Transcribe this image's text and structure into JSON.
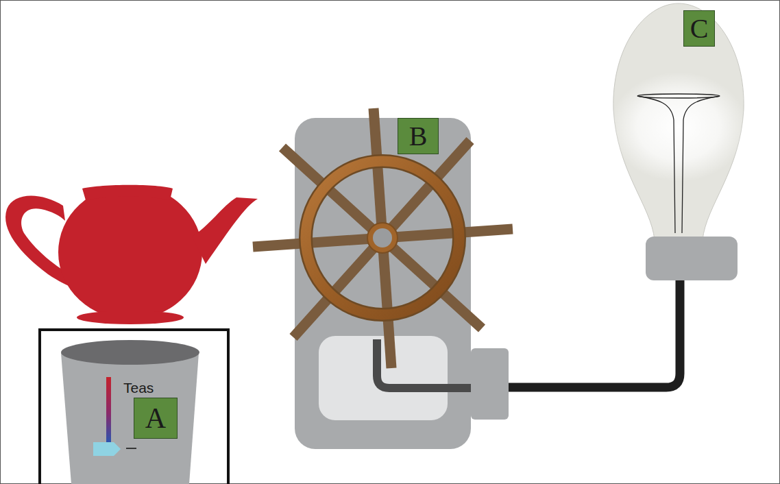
{
  "diagram": {
    "nodes": [
      {
        "text": [
          "A"
        ]
      },
      {
        "text": [
          "B"
        ]
      },
      {
        "text": [
          "C"
        ]
      }
    ],
    "labels": [
      "Teas"
    ]
  }
}
